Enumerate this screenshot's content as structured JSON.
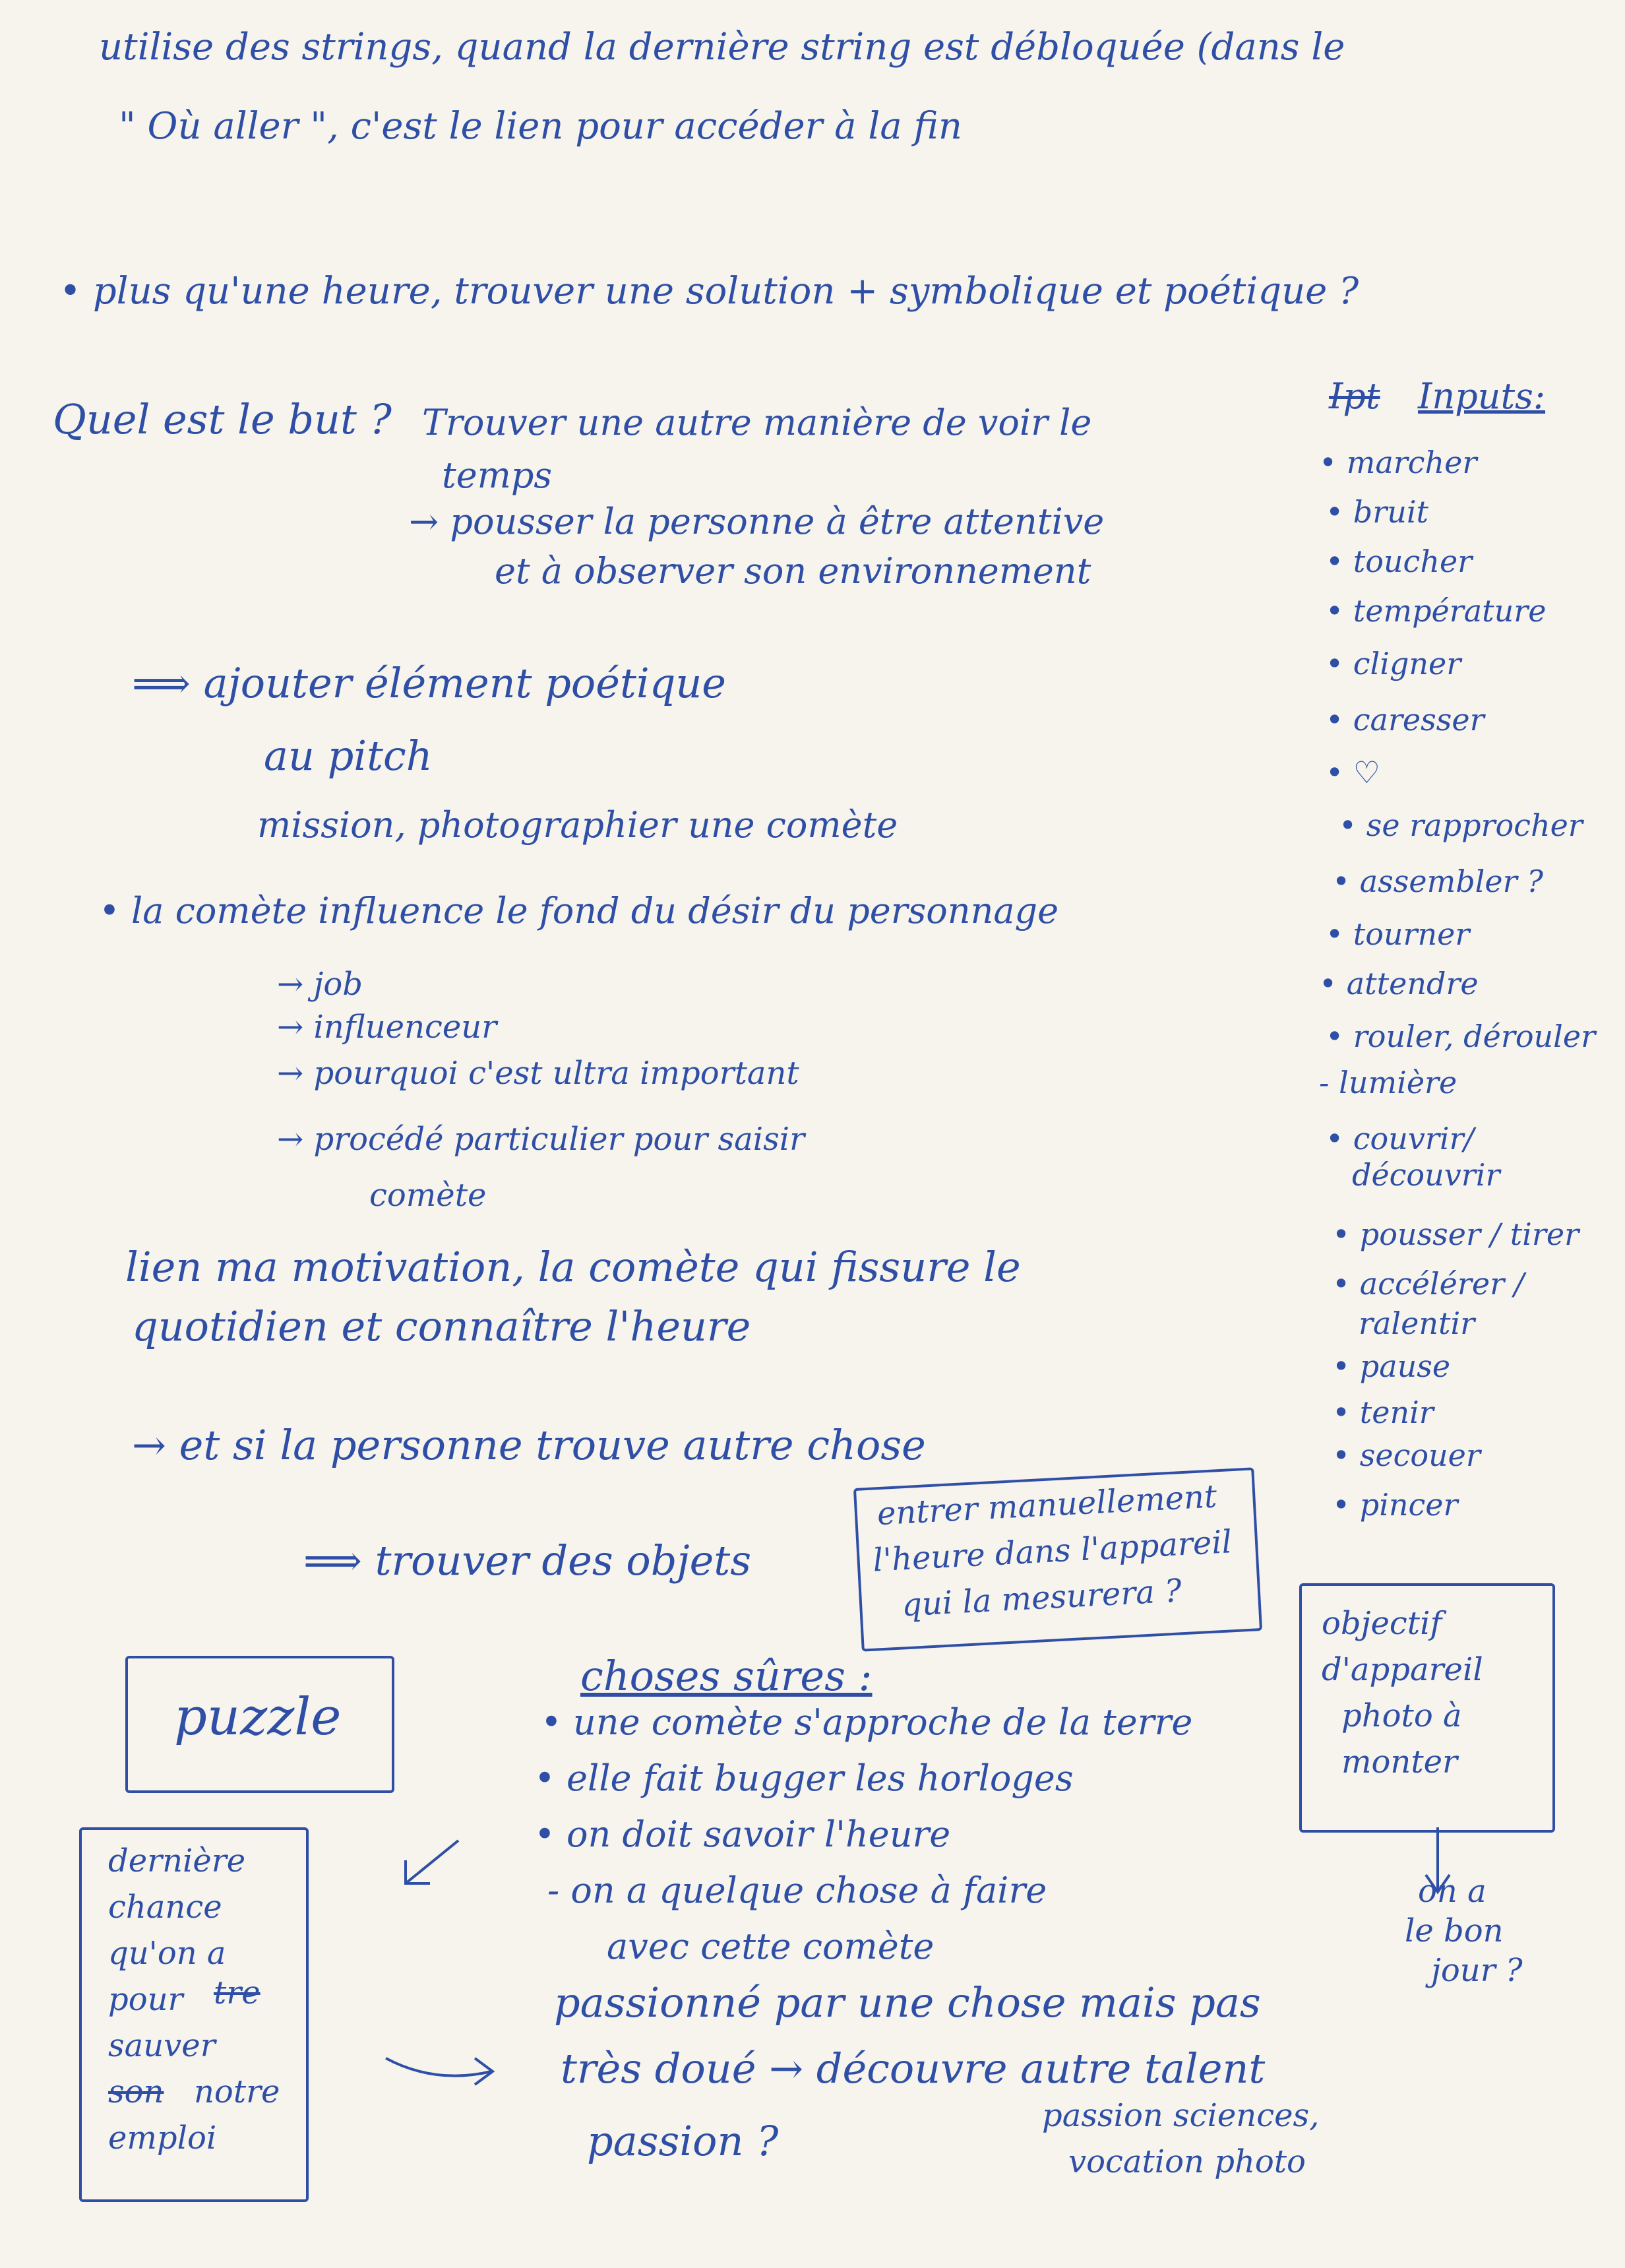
{
  "header": {
    "line1": "utilise des strings, quand la dernière string est débloquée (dans le",
    "line2": "\" Où aller \", c'est le lien pour accéder à la fin"
  },
  "bullet_hour": "• plus qu'une heure, trouver une solution + symbolique et poétique ?",
  "goal": {
    "question": "Quel est le but ?",
    "answer_line1": "Trouver une autre manière de voir le",
    "answer_line2": "temps",
    "answer_line3": "→ pousser la personne à être attentive",
    "answer_line4": "et à observer son environnement"
  },
  "pitch": {
    "line1": "⟹ ajouter élément poétique",
    "line2": "au pitch",
    "line3": "mission, photographier une comète"
  },
  "comet": {
    "line": "• la comète influence le fond du désir du personnage",
    "items": [
      "→ job",
      "→ influenceur",
      "→ pourquoi c'est ultra important",
      "→ procédé particulier pour saisir",
      "comète"
    ]
  },
  "motivation": {
    "line1": "lien ma motivation, la comète qui fissure le",
    "line2": "quotidien et connaître l'heure"
  },
  "other": "→ et si la personne trouve autre chose",
  "objects": "⟹ trouver des objets",
  "box_time": [
    "entrer manuellement",
    "l'heure dans l'appareil",
    "qui la mesurera ?"
  ],
  "puzzle": "puzzle",
  "sure": {
    "title": "choses sûres :",
    "items": [
      "• une comète s'approche de la terre",
      "• elle fait bugger les horloges",
      "• on doit savoir l'heure",
      "- on a quelque chose à faire",
      "avec cette comète"
    ]
  },
  "box_lens": [
    "objectif",
    "d'appareil",
    "photo à",
    "monter"
  ],
  "good_day": [
    "on a",
    "le bon",
    "jour ?"
  ],
  "last_chance": {
    "lines": [
      "dernière",
      "chance",
      "qu'on a",
      "pour",
      "sauver",
      "notre",
      "emploi"
    ],
    "struck_1": "tre",
    "struck_2": "son"
  },
  "passion": {
    "line1": "passionné par une chose mais pas",
    "line2": "très doué → découvre autre talent",
    "line3": "passion ?",
    "note1": "passion sciences,",
    "note2": "vocation photo"
  },
  "inputs": {
    "struck": "Ipt",
    "title": "Inputs:",
    "items": [
      "• marcher",
      "• bruit",
      "• toucher",
      "• température",
      "• cligner",
      "• caresser",
      "• ♡",
      "• se rapprocher",
      "• assembler ?",
      "• tourner",
      "• attendre",
      "• rouler, dérouler",
      "- lumière",
      "• couvrir/",
      "découvrir",
      "• pousser / tirer",
      "• accélérer /",
      "ralentir",
      "• pause",
      "• tenir",
      "• secouer",
      "• pincer"
    ]
  }
}
